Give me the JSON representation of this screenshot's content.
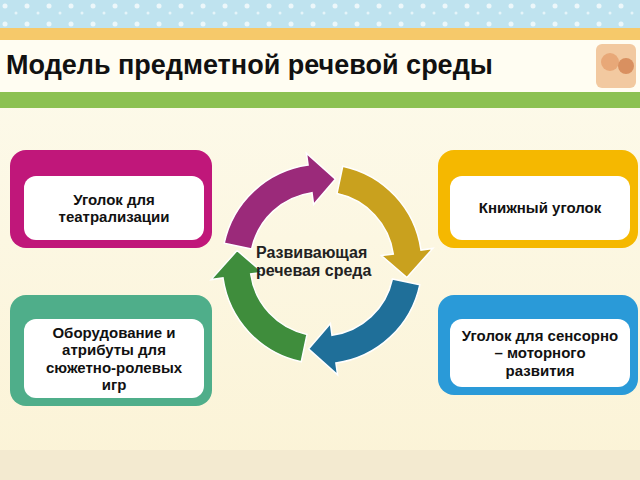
{
  "diagram": {
    "title": "Модель предметной речевой среды",
    "nodes": [
      {
        "text": [
          "Уголок для театрализации"
        ]
      },
      {
        "text": [
          "Книжный уголок"
        ]
      },
      {
        "text": [
          "Оборудование и атрибуты для сюжетно-ролевых игр"
        ]
      },
      {
        "text": [
          "Уголок для сенсорно – моторного развития"
        ]
      }
    ],
    "edges": [],
    "labels": [
      "Развивающая речевая среда"
    ]
  }
}
